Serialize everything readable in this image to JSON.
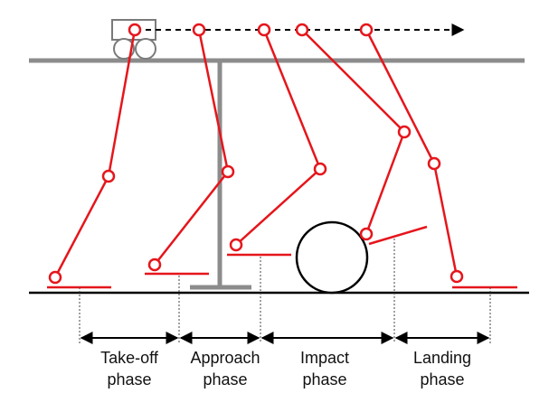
{
  "phases": [
    {
      "line1": "Take-off",
      "line2": "phase"
    },
    {
      "line1": "Approach",
      "line2": "phase"
    },
    {
      "line1": "Impact",
      "line2": "phase"
    },
    {
      "line1": "Landing",
      "line2": "phase"
    }
  ],
  "colors": {
    "leg": "#e5161c",
    "structure": "#8c8c8c",
    "ground": "#000000",
    "text": "#111111"
  }
}
